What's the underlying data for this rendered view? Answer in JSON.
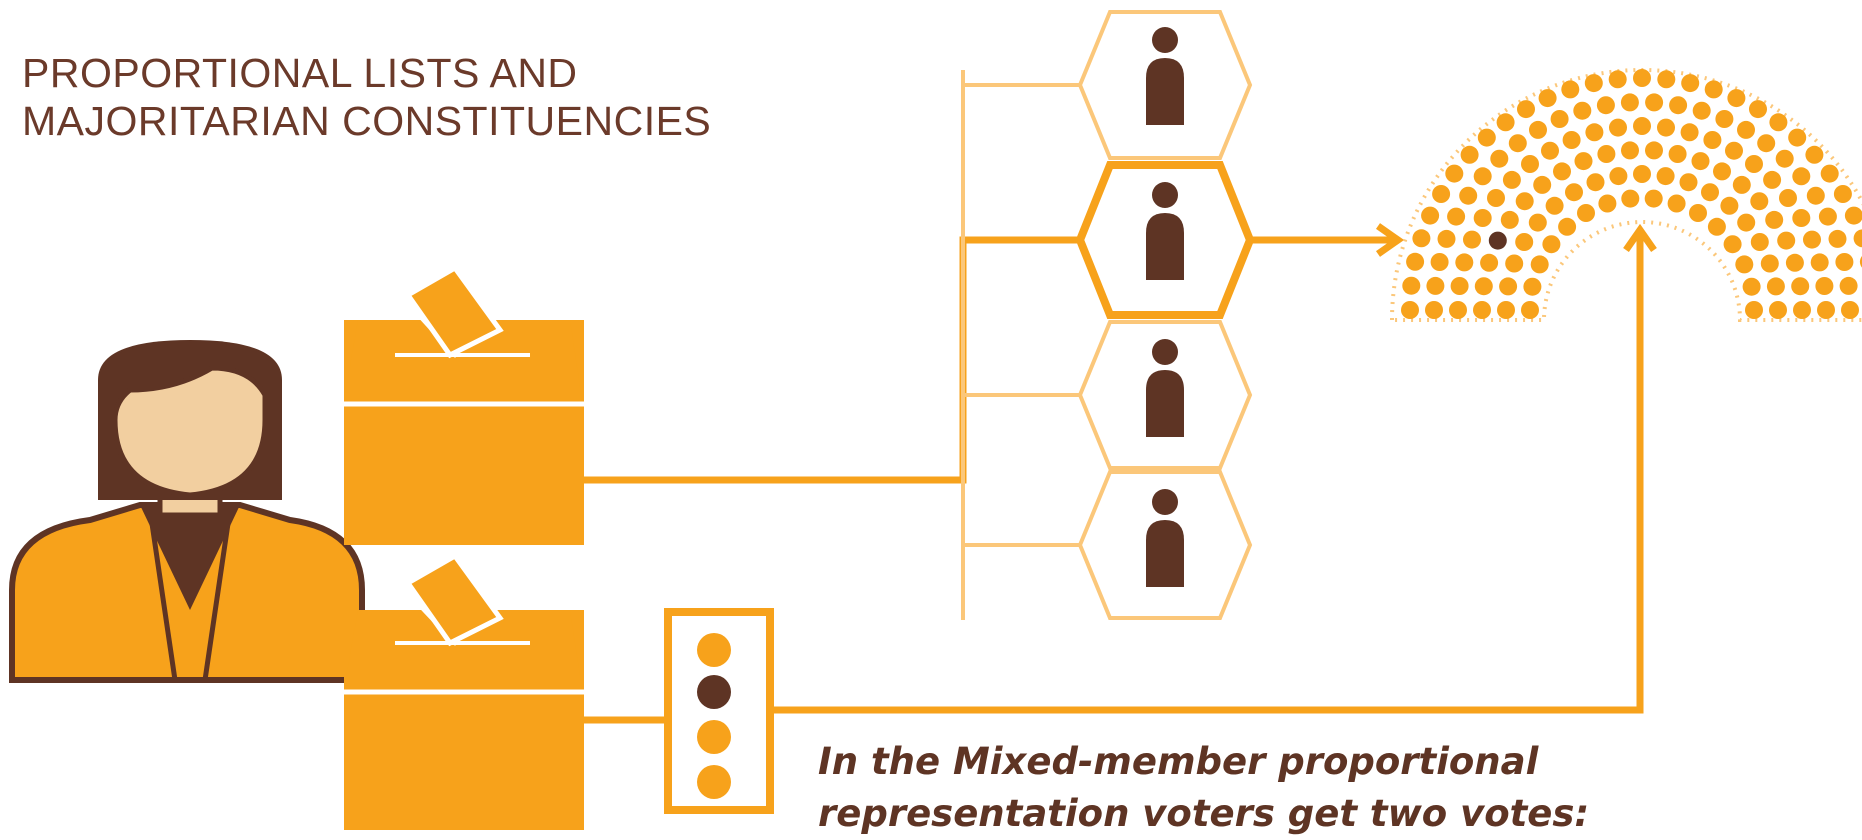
{
  "title": {
    "line1": "PROPORTIONAL LISTS AND",
    "line2": "MAJORITARIAN CONSTITUENCIES"
  },
  "caption": {
    "line1": "In the Mixed-member proportional",
    "line2": "representation voters get two votes:"
  },
  "colors": {
    "orange": "#f7a21b",
    "brown": "#5e3424",
    "light_orange": "#fbc77a",
    "skin": "#f2cfa0"
  },
  "icons": [
    "voter-icon",
    "ballot-box-icon",
    "candidate-icon",
    "party-list-icon",
    "parliament-icon"
  ]
}
